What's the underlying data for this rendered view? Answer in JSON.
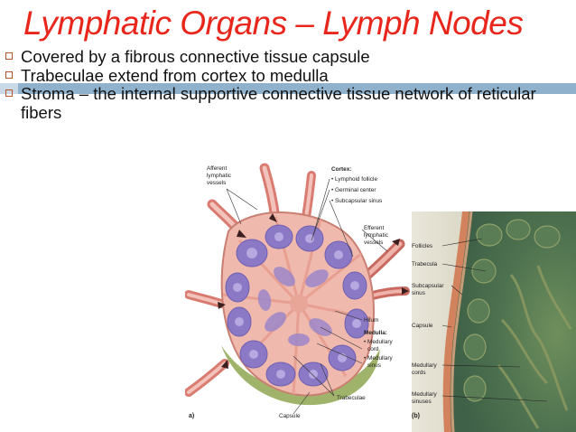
{
  "slide": {
    "title": "Lymphatic Organs – Lymph Nodes",
    "bullets": [
      "Covered by a fibrous connective tissue capsule",
      "Trabeculae extend from cortex to medulla",
      "Stroma – the internal supportive connective tissue network of reticular fibers"
    ]
  },
  "figure_a": {
    "panel": "a)",
    "labels": {
      "afferent": [
        "Afferent",
        "lymphatic",
        "vessels"
      ],
      "cortex": "Cortex:",
      "lymphoid_follicle": "• Lymphoid follicle",
      "germinal_center": "• Germinal center",
      "subcapsular_sinus": "• Subcapsular sinus",
      "efferent": [
        "Efferent",
        "lymphatic",
        "vessels"
      ],
      "hilum": "Hilum",
      "medulla": "Medulla:",
      "medullary_cord": [
        "• Medullary",
        "cord"
      ],
      "medullary_sinus": [
        "• Medullary",
        "sinus"
      ],
      "capsule": "Capsule",
      "trabeculae": "Trabeculae"
    }
  },
  "figure_b": {
    "panel": "(b)",
    "labels": {
      "follicles": "Follicles",
      "trabecula": "Trabecula",
      "subcapsular_sinus": [
        "Subcapsular",
        "sinus"
      ],
      "capsule": "Capsule",
      "medullary_cords": [
        "Medullary",
        "cords"
      ],
      "medullary_sinuses": [
        "Medullary",
        "sinuses"
      ]
    }
  },
  "colors": {
    "title": "#e8261b",
    "accent_bar": "#8fb1cc",
    "bullet_marker": "#b8552d"
  }
}
